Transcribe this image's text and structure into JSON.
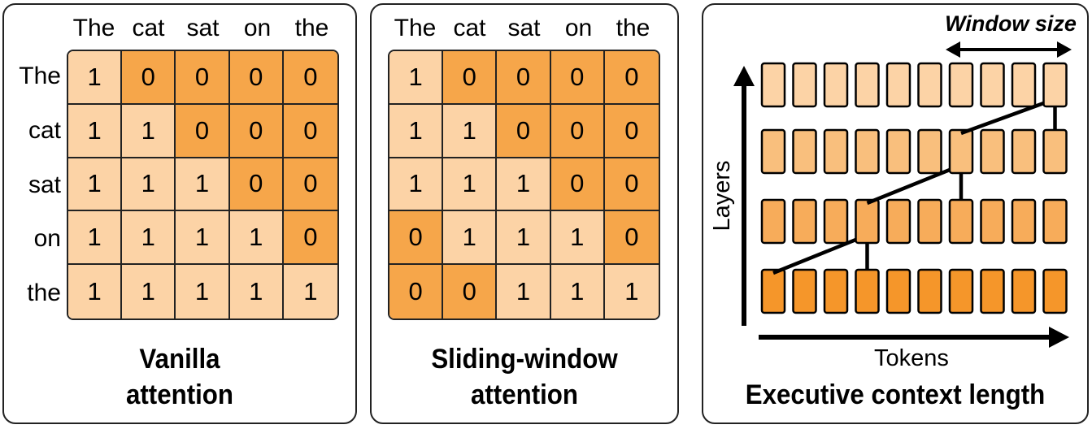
{
  "tokens": [
    "The",
    "cat",
    "sat",
    "on",
    "the"
  ],
  "vanilla": {
    "caption_line1": "Vanilla",
    "caption_line2": "attention",
    "matrix": [
      [
        1,
        0,
        0,
        0,
        0
      ],
      [
        1,
        1,
        0,
        0,
        0
      ],
      [
        1,
        1,
        1,
        0,
        0
      ],
      [
        1,
        1,
        1,
        1,
        0
      ],
      [
        1,
        1,
        1,
        1,
        1
      ]
    ]
  },
  "sliding": {
    "caption_line1": "Sliding-window",
    "caption_line2": "attention",
    "matrix": [
      [
        1,
        0,
        0,
        0,
        0
      ],
      [
        1,
        1,
        0,
        0,
        0
      ],
      [
        1,
        1,
        1,
        0,
        0
      ],
      [
        0,
        1,
        1,
        1,
        0
      ],
      [
        0,
        0,
        1,
        1,
        1
      ]
    ]
  },
  "context": {
    "caption": "Executive context length",
    "window_label": "Window size",
    "y_axis_label": "Layers",
    "x_axis_label": "Tokens",
    "layers": 4,
    "tokens_per_layer": 10,
    "layer_colors": [
      "#fcd3a6",
      "#f9bf7d",
      "#f7ac5a",
      "#f5962a"
    ]
  },
  "colors": {
    "attend": "#fcd3a6",
    "masked": "#f6a64a",
    "stroke": "#222222"
  }
}
